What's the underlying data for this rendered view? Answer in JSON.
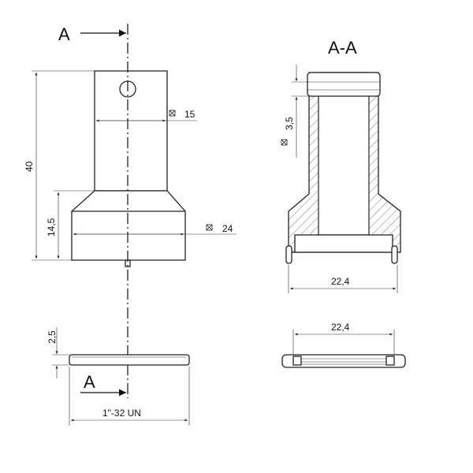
{
  "section_label_left_top": "A",
  "section_label_left_bottom": "A",
  "section_title": "A-A",
  "dimensions": {
    "height_total": "40",
    "height_hex": "14,5",
    "hex_small": "15",
    "hex_large": "24",
    "wall": "3,5",
    "width_section": "22,4",
    "width_washer_section": "22,4",
    "washer_thickness": "2,5",
    "thread": "1\"-32 UN"
  },
  "colors": {
    "line": "#222222",
    "background": "#ffffff"
  }
}
